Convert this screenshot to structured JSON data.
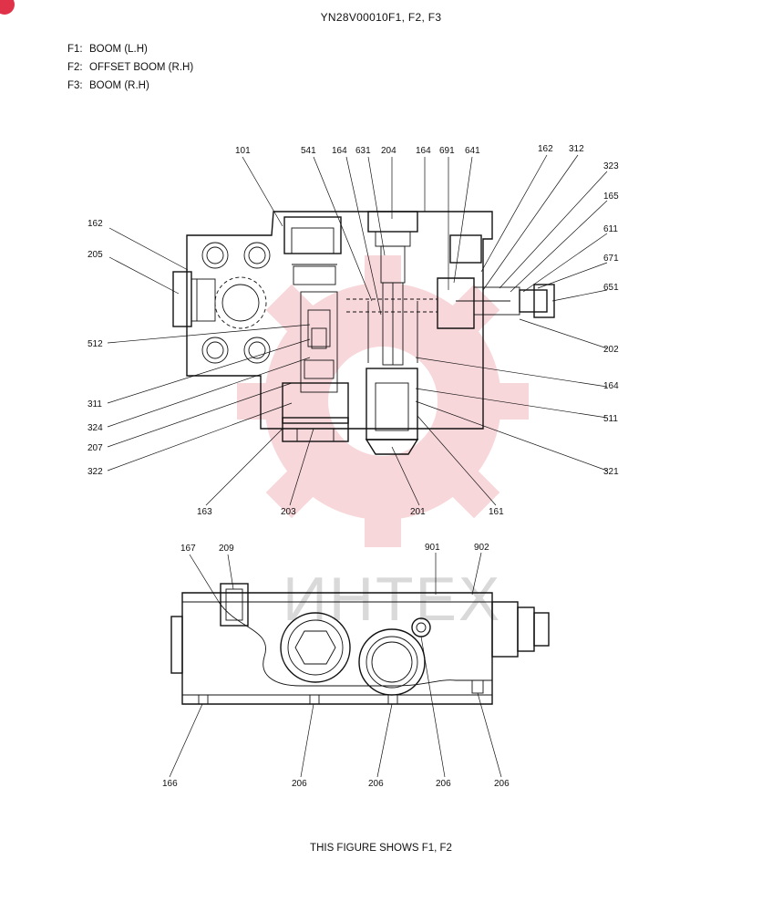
{
  "title": "YN28V00010F1, F2, F3",
  "legend": [
    {
      "code": "F1:",
      "text": "BOOM (L.H)"
    },
    {
      "code": "F2:",
      "text": "OFFSET BOOM (R.H)"
    },
    {
      "code": "F3:",
      "text": "BOOM (R.H)"
    }
  ],
  "caption": "THIS FIGURE SHOWS  F1, F2",
  "watermark": "ИНТЕХ",
  "colors": {
    "watermark_gear": "#f3b7bd",
    "corner_mark": "#e0334a"
  },
  "top_callouts": {
    "c101": "101",
    "c541": "541",
    "c164a": "164",
    "c631": "631",
    "c204": "204",
    "c164b": "164",
    "c691": "691",
    "c641": "641",
    "c162a": "162",
    "c312": "312",
    "c323": "323",
    "c165": "165",
    "c611": "611",
    "c671": "671",
    "c651": "651",
    "c162b": "162",
    "c205": "205",
    "c512": "512",
    "c202": "202",
    "c164c": "164",
    "c311": "311",
    "c324": "324",
    "c207": "207",
    "c322": "322",
    "c511": "511",
    "c321": "321",
    "c163": "163",
    "c203": "203",
    "c201": "201",
    "c161": "161"
  },
  "bottom_callouts": {
    "c167": "167",
    "c209": "209",
    "c901": "901",
    "c902": "902",
    "c166": "166",
    "c206a": "206",
    "c206b": "206",
    "c206c": "206",
    "c206d": "206"
  }
}
